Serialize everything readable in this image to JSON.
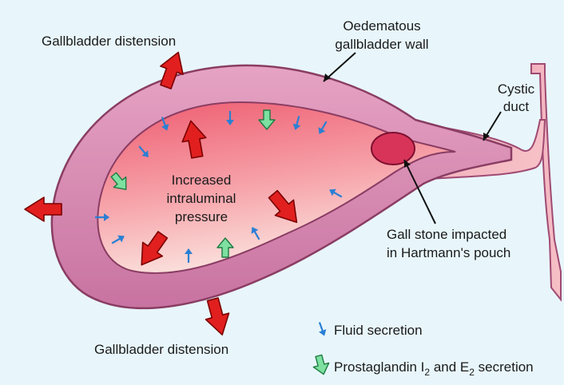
{
  "labels": {
    "distension_top": "Gallbladder distension",
    "distension_bottom": "Gallbladder distension",
    "wall_line1": "Oedematous",
    "wall_line2": "gallbladder wall",
    "cystic_line1": "Cystic",
    "cystic_line2": "duct",
    "pressure_line1": "Increased",
    "pressure_line2": "intraluminal",
    "pressure_line3": "pressure",
    "stone_line1": "Gall stone impacted",
    "stone_line2": "in Hartmann's pouch"
  },
  "legend": {
    "fluid_label": "Fluid secretion",
    "prostaglandin_prefix": "Prostaglandin I",
    "prostaglandin_sub1": "2",
    "prostaglandin_mid": " and E",
    "prostaglandin_sub2": "2",
    "prostaglandin_suffix": " secretion"
  },
  "colors": {
    "background": "#e8f6fb",
    "wall": "#d98ab0",
    "lumen": "#f06a7c",
    "stone": "#d8345a",
    "distension_arrow": "#e11f1f",
    "fluid_arrow": "#2a7fd4",
    "prostaglandin_arrow": "#7de0a0"
  },
  "icons": {
    "distension": "red-block-arrow-icon",
    "fluid": "blue-arrow-icon",
    "prostaglandin": "green-block-arrow-icon"
  }
}
